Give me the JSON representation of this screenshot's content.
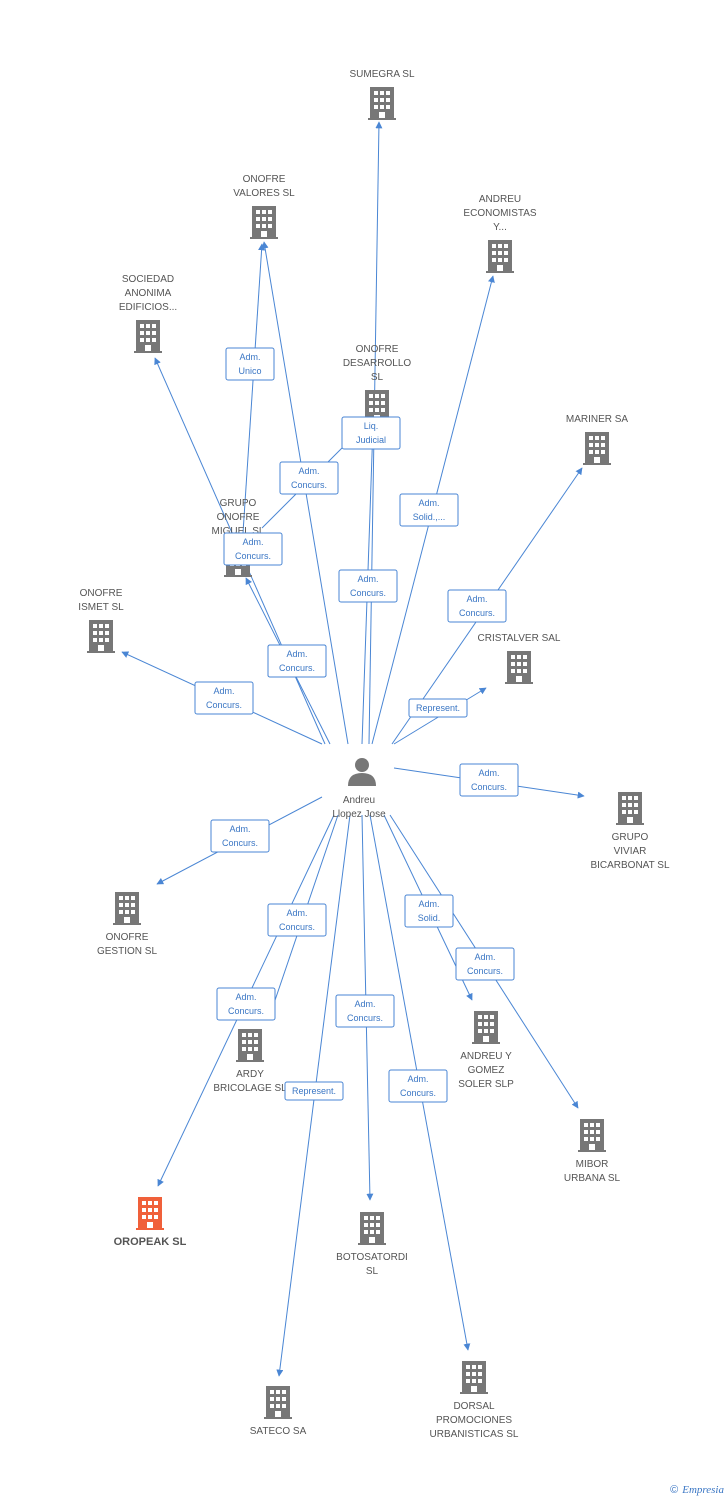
{
  "colors": {
    "edge": "#4a86d4",
    "building": "#777777",
    "highlight": "#f0603a",
    "person": "#777777"
  },
  "center": {
    "label": [
      "Andreu",
      "Llopez Jose"
    ]
  },
  "nodes": [
    {
      "id": "sumegra",
      "label": [
        "SUMEGRA SL"
      ]
    },
    {
      "id": "onofre_valores",
      "label": [
        "ONOFRE",
        "VALORES SL"
      ]
    },
    {
      "id": "andreu_economistas",
      "label": [
        "ANDREU",
        "ECONOMISTAS",
        "Y..."
      ]
    },
    {
      "id": "sociedad_anonima",
      "label": [
        "SOCIEDAD",
        "ANONIMA",
        "EDIFICIOS..."
      ]
    },
    {
      "id": "onofre_desarrollo",
      "label": [
        "ONOFRE",
        "DESARROLLO",
        "SL"
      ]
    },
    {
      "id": "mariner",
      "label": [
        "MARINER SA"
      ]
    },
    {
      "id": "grupo_onofre",
      "label": [
        "GRUPO",
        "ONOFRE",
        "MIGUEL SL"
      ]
    },
    {
      "id": "onofre_ismet",
      "label": [
        "ONOFRE",
        "ISMET SL"
      ]
    },
    {
      "id": "cristalver",
      "label": [
        "CRISTALVER SAL"
      ]
    },
    {
      "id": "grupo_viviar",
      "label": [
        "GRUPO",
        "VIVIAR",
        "BICARBONAT SL"
      ]
    },
    {
      "id": "onofre_gestion",
      "label": [
        "ONOFRE",
        "GESTION SL"
      ]
    },
    {
      "id": "ardy",
      "label": [
        "ARDY",
        "BRICOLAGE SL"
      ]
    },
    {
      "id": "andreu_gomez",
      "label": [
        "ANDREU Y",
        "GOMEZ",
        "SOLER SLP"
      ]
    },
    {
      "id": "mibor",
      "label": [
        "MIBOR",
        "URBANA SL"
      ]
    },
    {
      "id": "oropeak",
      "label": [
        "OROPEAK SL"
      ],
      "highlight": true
    },
    {
      "id": "botosatordi",
      "label": [
        "BOTOSATORDI",
        "SL"
      ]
    },
    {
      "id": "sateco",
      "label": [
        "SATECO SA"
      ]
    },
    {
      "id": "dorsal",
      "label": [
        "DORSAL",
        "PROMOCIONES",
        "URBANISTICAS SL"
      ]
    }
  ],
  "edges": [
    {
      "to": "sumegra",
      "label": []
    },
    {
      "to": "onofre_valores",
      "label": [
        "Adm.",
        "Concurs."
      ]
    },
    {
      "to": "andreu_economistas",
      "label": [
        "Adm.",
        "Solid.,..."
      ]
    },
    {
      "to": "sociedad_anonima",
      "label": [
        "Adm.",
        "Concurs."
      ]
    },
    {
      "to": "onofre_desarrollo",
      "label": [
        "Adm.",
        "Concurs."
      ]
    },
    {
      "to": "mariner",
      "label": [
        "Adm.",
        "Concurs."
      ]
    },
    {
      "to": "grupo_onofre",
      "label": [
        "Adm.",
        "Concurs."
      ]
    },
    {
      "to": "onofre_ismet",
      "label": [
        "Adm.",
        "Concurs."
      ]
    },
    {
      "to": "cristalver",
      "label": [
        "Represent."
      ]
    },
    {
      "to": "grupo_viviar",
      "label": [
        "Adm.",
        "Concurs."
      ]
    },
    {
      "to": "onofre_gestion",
      "label": [
        "Adm.",
        "Concurs."
      ]
    },
    {
      "to": "ardy",
      "label": [
        "Adm.",
        "Concurs."
      ]
    },
    {
      "to": "andreu_gomez",
      "label": [
        "Adm.",
        "Solid."
      ]
    },
    {
      "to": "mibor",
      "label": [
        "Adm.",
        "Concurs."
      ]
    },
    {
      "to": "oropeak",
      "label": [
        "Adm.",
        "Concurs."
      ]
    },
    {
      "to": "botosatordi",
      "label": [
        "Adm.",
        "Concurs."
      ]
    },
    {
      "to": "sateco",
      "label": [
        "Represent."
      ]
    },
    {
      "to": "dorsal",
      "label": [
        "Adm.",
        "Concurs."
      ]
    }
  ],
  "node_edges": [
    {
      "from": "grupo_onofre",
      "to": "onofre_valores",
      "label": [
        "Adm.",
        "Unico"
      ]
    },
    {
      "from": "grupo_onofre",
      "to": "onofre_desarrollo",
      "label": [
        "Adm.",
        "Concurs."
      ]
    },
    {
      "from": "onofre_desarrollo",
      "to": "onofre_desarrollo_liq",
      "label": [
        "Liq.",
        "Judicial"
      ]
    }
  ],
  "footer": {
    "copyright": "©",
    "brand": "Empresia"
  }
}
